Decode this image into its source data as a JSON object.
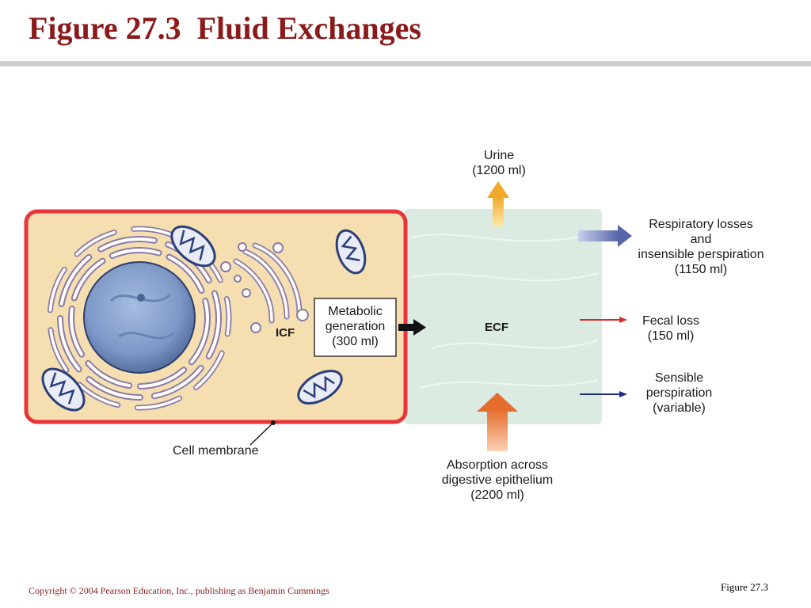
{
  "slide": {
    "title": "Figure 27.3  Fluid Exchanges",
    "copyright": "Copyright © 2004 Pearson Education, Inc., publishing as Benjamin Cummings",
    "figure_number": "Figure 27.3"
  },
  "diagram": {
    "icf_label": "ICF",
    "ecf_label": "ECF",
    "cell_membrane_label": "Cell membrane",
    "metabolic": [
      "Metabolic",
      "generation",
      "(300 ml)"
    ],
    "urine": [
      "Urine",
      "(1200 ml)"
    ],
    "respiratory": [
      "Respiratory losses",
      "and",
      "insensible perspiration",
      "(1150 ml)"
    ],
    "fecal": [
      "Fecal loss",
      "(150 ml)"
    ],
    "sensible": [
      "Sensible",
      "perspiration",
      "(variable)"
    ],
    "absorption": [
      "Absorption across",
      "digestive epithelium",
      "(2200 ml)"
    ]
  },
  "colors": {
    "title": "#8b1a1a",
    "cell_border": "#e8343a",
    "cytoplasm": "#f5deb0",
    "ecf": "#dcebe1",
    "nucleus": "#7e98c7",
    "organelle_outline": "#2a3f7a",
    "arrow_urine": "#f2b23a",
    "arrow_respiratory": "#6f7fbd",
    "arrow_fecal": "#d42b2b",
    "arrow_sensible": "#1f2d86",
    "arrow_absorption": "#e8773a"
  }
}
